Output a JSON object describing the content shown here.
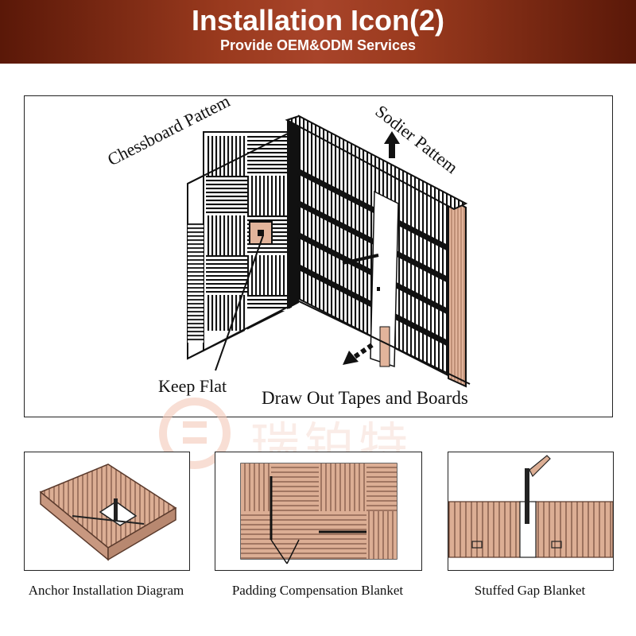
{
  "header": {
    "title": "Installation Icon(2)",
    "subtitle": "Provide OEM&ODM Services"
  },
  "main_diagram": {
    "label_chessboard": "Chessboard Pattem",
    "label_soldier": "Sodier Pattem",
    "label_keep_flat": "Keep Flat",
    "label_draw_out": "Draw Out Tapes and Boards"
  },
  "bottom_panels": [
    {
      "caption": "Anchor Installation Diagram"
    },
    {
      "caption": "Padding Compensation Blanket"
    },
    {
      "caption": "Stuffed Gap Blanket"
    }
  ],
  "watermark": {
    "text": "瑞铂特"
  },
  "colors": {
    "banner_dark": "#5a1808",
    "banner_mid": "#a8442a",
    "fiber_tan": "#d9a98f",
    "fiber_line": "#7a5240",
    "outline": "#222222"
  }
}
